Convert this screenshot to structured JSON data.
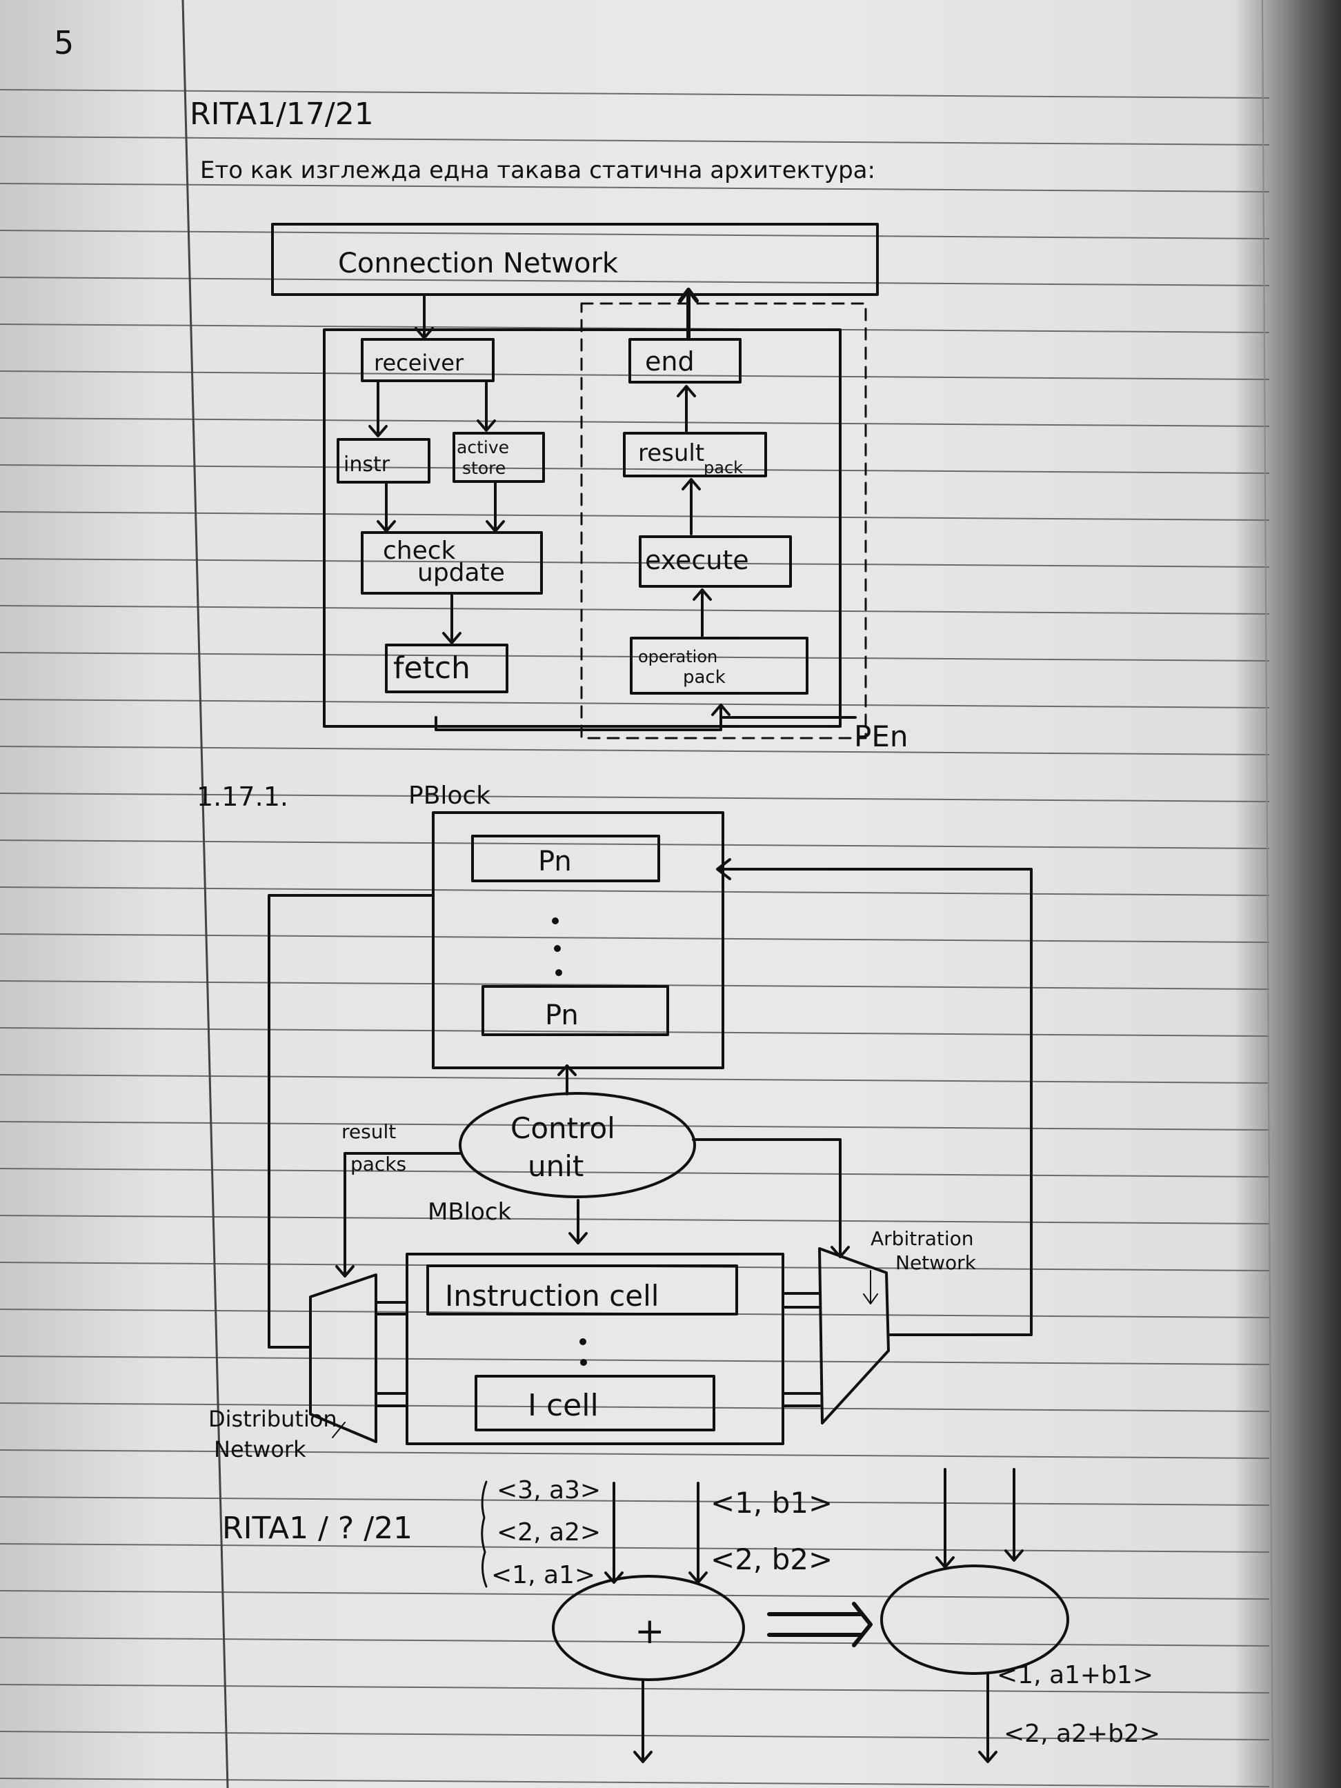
{
  "page": {
    "number": "5",
    "heading1": "RITA1/17/21",
    "intro": "Ето как изглежда една такава статична архитектура:",
    "section": "1.17.1.",
    "heading2": "RITA1 / ? /21"
  },
  "diagram1": {
    "network": "Connection Network",
    "left_blocks": {
      "receiver": "receiver",
      "instr": "instr",
      "active": "active",
      "store": "store",
      "check": "check",
      "update": "update",
      "fetch": "fetch"
    },
    "right_blocks": {
      "end": "end",
      "result": "result",
      "pack": "pack",
      "execute": "execute",
      "operation": "operation",
      "opack": "pack"
    },
    "pe_label": "PEn"
  },
  "diagram2": {
    "pblock": "PBlock",
    "p_top": "Pn",
    "p_bottom": "Pn",
    "control1": "Control",
    "control2": "unit",
    "result": "result",
    "packs": "packs",
    "mblock": "MBlock",
    "instruction_cell": "Instruction cell",
    "i_cell": "I cell",
    "arbitration1": "Arbitration",
    "arbitration2": "Network",
    "distribution1": "Distribution",
    "distribution2": "Network"
  },
  "diagram3": {
    "a3": "<3, a3>",
    "a2": "<2, a2>",
    "a1": "<1, a1>",
    "b1": "<1, b1>",
    "b2": "<2, b2>",
    "op": "+",
    "out1": "<1, a1+b1>",
    "out2": "<2, a2+b2>"
  },
  "colors": {
    "ink": "#111111",
    "paper": "#e6e6e6",
    "rule": "#555555"
  }
}
